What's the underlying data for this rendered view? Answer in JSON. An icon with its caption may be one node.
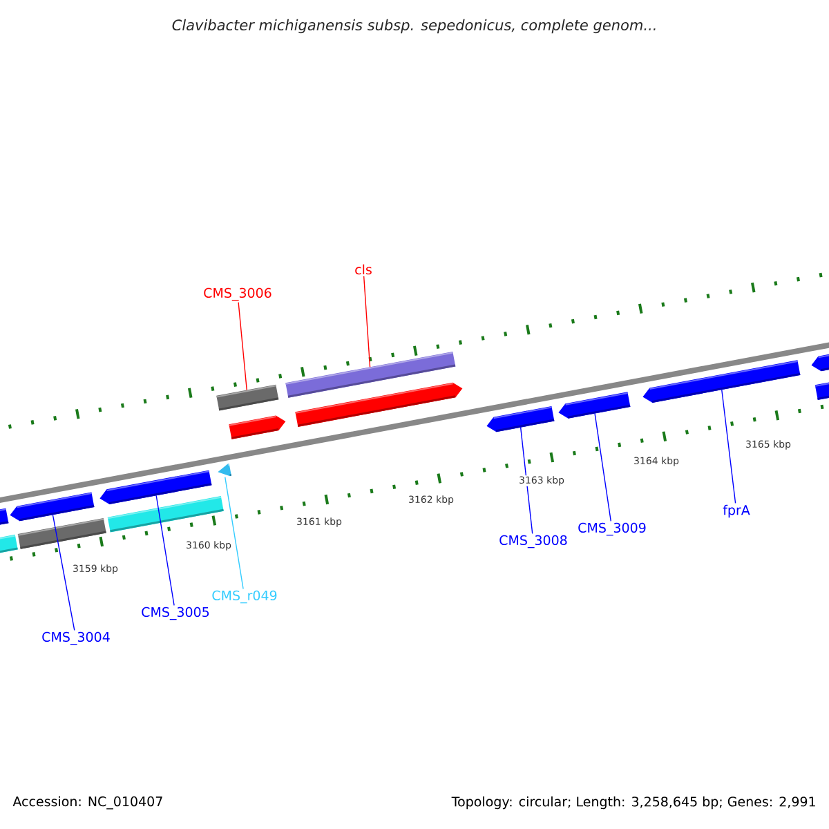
{
  "diagram": {
    "title": "Clavibacter michiganensis subsp. sepedonicus, complete genom...",
    "nodes": [
      {
        "text": [
          "cls"
        ]
      },
      {
        "text": [
          "CMS_3006"
        ]
      },
      {
        "text": [
          "fprA"
        ]
      },
      {
        "text": [
          "CMS_3009"
        ]
      },
      {
        "text": [
          "CMS_3008"
        ]
      },
      {
        "text": [
          "CMS_r049"
        ]
      },
      {
        "text": [
          "CMS_3005"
        ]
      },
      {
        "text": [
          "CMS_3004"
        ]
      },
      {
        "text": [],
        "shape": "arrow"
      },
      {
        "text": [],
        "shape": "arrow"
      },
      {
        "text": [],
        "shape": "arrow"
      },
      {
        "text": [],
        "shape": "box"
      },
      {
        "text": [],
        "shape": "box"
      },
      {
        "text": [],
        "shape": "arrow"
      },
      {
        "text": [],
        "shape": "arrow"
      },
      {
        "text": [],
        "shape": "arrow"
      }
    ],
    "edges": [
      {
        "from": 0,
        "to": 12,
        "arrow": "none",
        "color": "#ff0000"
      },
      {
        "from": 1,
        "to": 11,
        "arrow": "none",
        "color": "#ff0000"
      },
      {
        "from": 2,
        "to": 15,
        "arrow": "none"
      },
      {
        "from": 3,
        "to": 14,
        "arrow": "none"
      },
      {
        "from": 4,
        "to": 13,
        "arrow": "none"
      },
      {
        "from": 5,
        "to": 10,
        "arrow": "none",
        "color": "#33ccff"
      },
      {
        "from": 6,
        "to": 9,
        "arrow": "none"
      },
      {
        "from": 7,
        "to": 8,
        "arrow": "none"
      }
    ],
    "labels": [
      "3159 kbp",
      "3160 kbp",
      "3161 kbp",
      "3162 kbp",
      "3163 kbp",
      "3164 kbp",
      "3165 kbp",
      "Accession: NC_010407",
      "Topology: circular; Length: 3,258,645 bp; Genes: 2,991"
    ]
  }
}
